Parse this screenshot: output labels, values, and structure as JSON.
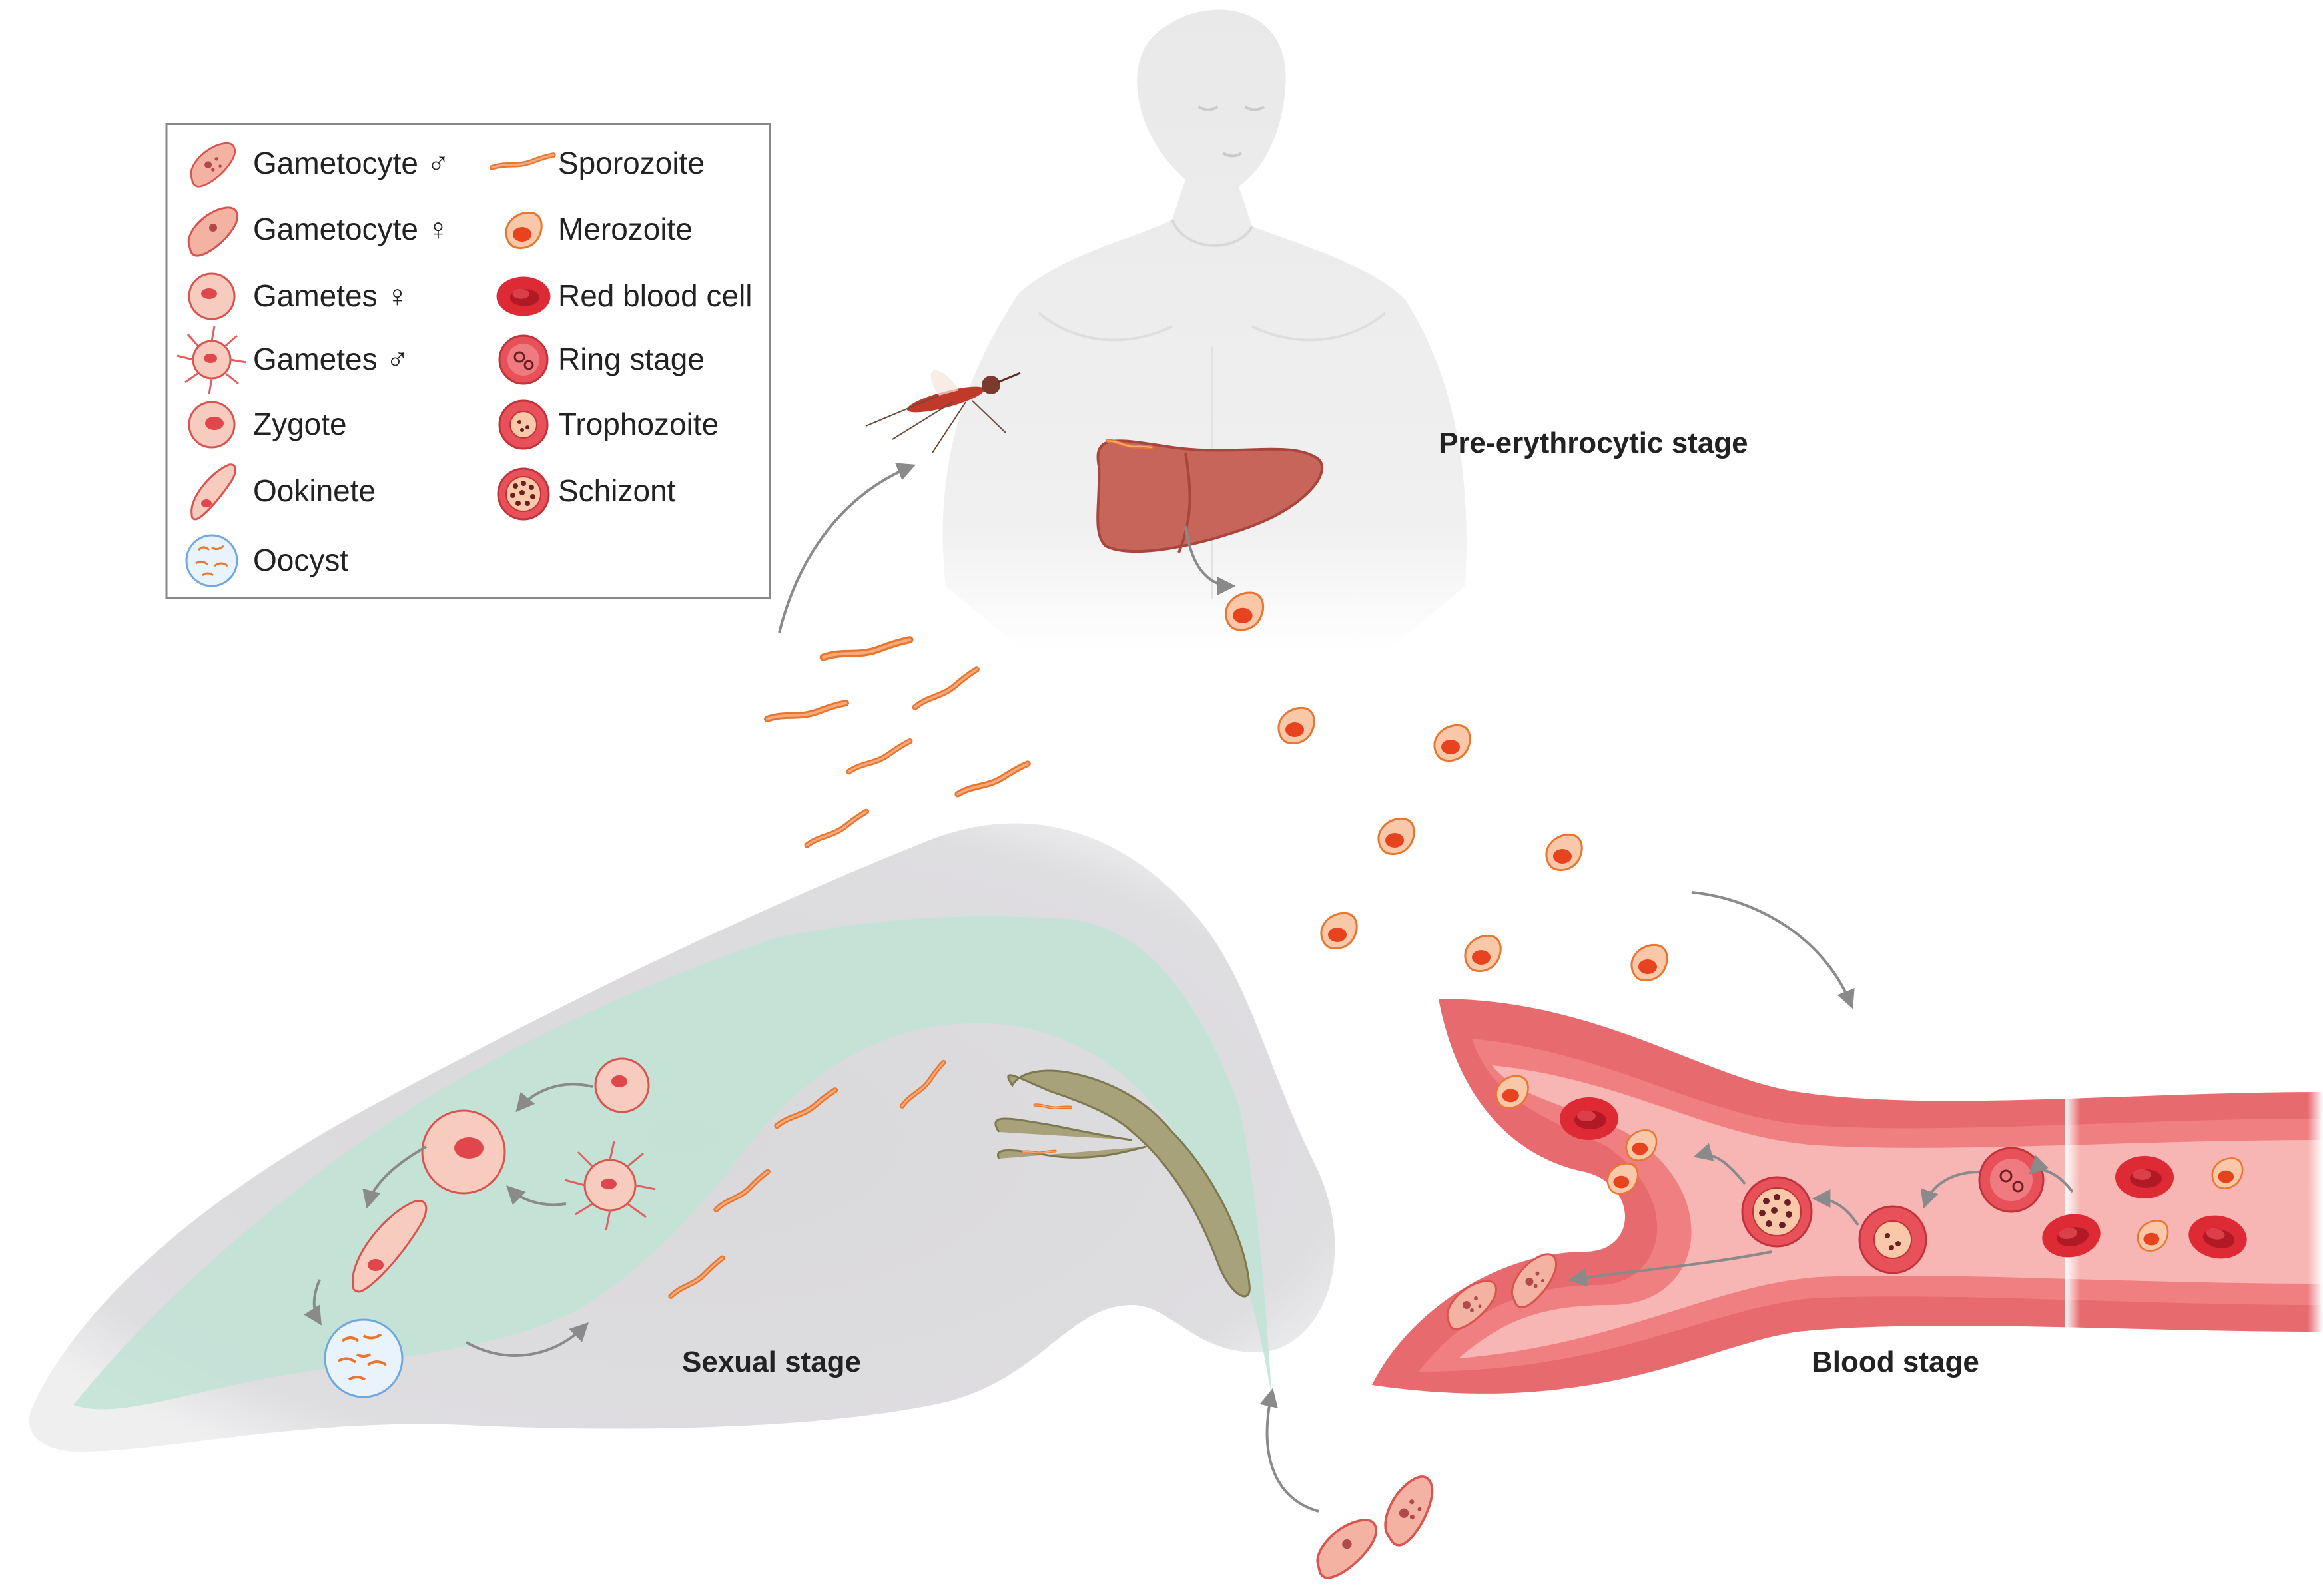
{
  "legend": {
    "left_column": [
      {
        "label": "Gametocyte ♂",
        "icon": "gametocyte-male-icon"
      },
      {
        "label": "Gametocyte ♀",
        "icon": "gametocyte-female-icon"
      },
      {
        "label": "Gametes ♀",
        "icon": "gamete-female-icon"
      },
      {
        "label": "Gametes ♂",
        "icon": "gamete-male-icon"
      },
      {
        "label": "Zygote",
        "icon": "zygote-icon"
      },
      {
        "label": "Ookinete",
        "icon": "ookinete-icon"
      },
      {
        "label": "Oocyst",
        "icon": "oocyst-icon"
      }
    ],
    "right_column": [
      {
        "label": "Sporozoite",
        "icon": "sporozoite-icon"
      },
      {
        "label": "Merozoite",
        "icon": "merozoite-icon"
      },
      {
        "label": "Red blood cell",
        "icon": "red-blood-cell-icon"
      },
      {
        "label": "Ring stage",
        "icon": "ring-stage-icon"
      },
      {
        "label": "Trophozoite",
        "icon": "trophozoite-icon"
      },
      {
        "label": "Schizont",
        "icon": "schizont-icon"
      }
    ]
  },
  "stages": {
    "pre_erythrocytic": "Pre-erythrocytic stage",
    "sexual": "Sexual stage",
    "blood": "Blood stage"
  },
  "colors": {
    "parasite_pink": "#f4b2a3",
    "parasite_stroke": "#d9534f",
    "nucleus": "#e0474c",
    "merozoite_fill": "#f8c8a8",
    "merozoite_core": "#e8431f",
    "rbc": "#dd2a35",
    "vessel_outer": "#e76a6f",
    "vessel_inner": "#f7b6b4",
    "mosquito_gut_grey": "#dcdcdc",
    "mosquito_gut_green": "#bfe3d5",
    "liver": "#c8655a",
    "human_body": "#eeeeee",
    "arrow": "#8a8a8a",
    "salivary_gland": "#a8a27a",
    "oocyst_fill": "#e9f3fb",
    "oocyst_stroke": "#6fa8dc"
  }
}
